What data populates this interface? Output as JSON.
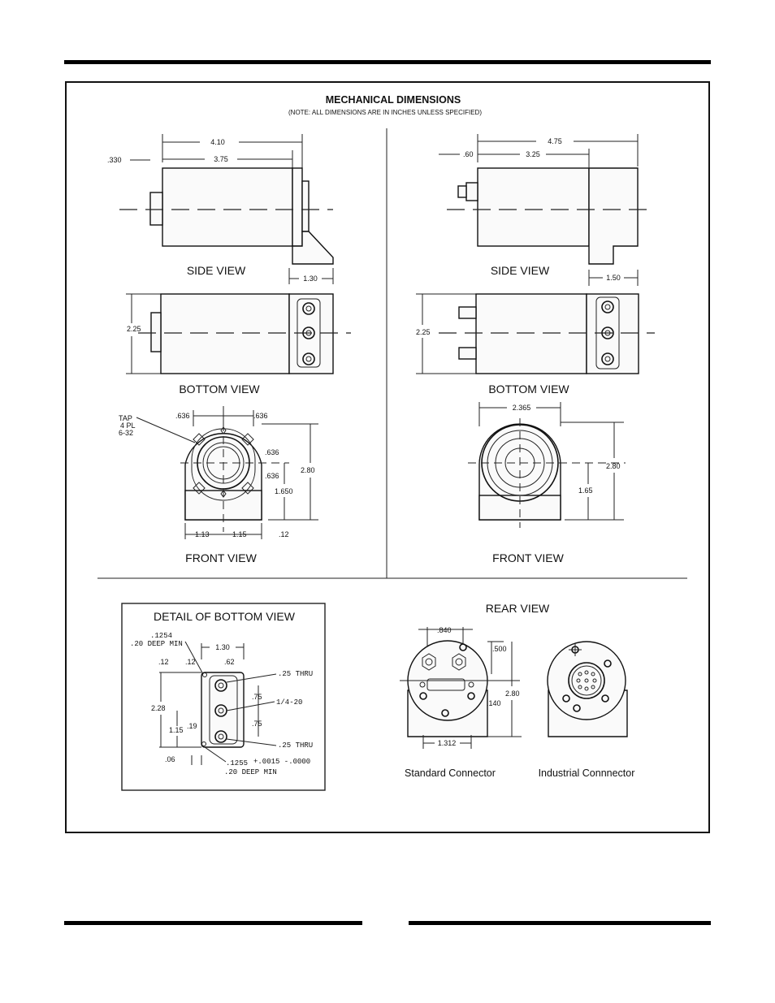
{
  "header": {
    "title": "MECHANICAL DIMENSIONS",
    "note": "(NOTE: ALL DIMENSIONS ARE IN INCHES UNLESS SPECIFIED)"
  },
  "left": {
    "side_view": {
      "label": "SIDE VIEW",
      "overall": "4.10",
      "body": "3.75",
      "shaft": ".330",
      "foot": "1.30"
    },
    "bottom_view": {
      "label": "BOTTOM VIEW",
      "height": "2.25"
    },
    "front_view": {
      "label": "FRONT VIEW",
      "tap_line1": "TAP",
      "tap_line2": "4 PL",
      "tap_line3": "6-32",
      "offset_left": ".636",
      "offset_right": ".636",
      "v1": ".636",
      "v2": ".636",
      "height": "2.80",
      "center": "1.650",
      "base_left": "1.13",
      "base_mid": "1.15",
      "edge": ".12"
    }
  },
  "right": {
    "side_view": {
      "label": "SIDE VIEW",
      "overall": "4.75",
      "body": "3.25",
      "shaft": ".60",
      "foot": "1.50"
    },
    "bottom_view": {
      "label": "BOTTOM VIEW",
      "height": "2.25"
    },
    "front_view": {
      "label": "FRONT VIEW",
      "width": "2.365",
      "height": "2.80",
      "center": "1.65"
    }
  },
  "detail": {
    "title": "DETAIL OF BOTTOM VIEW",
    "hole_top_line1": ".1254",
    "hole_top_line2": ".20 DEEP MIN",
    "width": "1.30",
    "edge1": ".12",
    "edge2": ".12",
    "offset": ".62",
    "thru_top": ".25 THRU",
    "thread": "1/4-20",
    "thru_bottom": ".25 THRU",
    "pitch1": ".75",
    "pitch2": ".75",
    "height": "2.28",
    "lower": "1.15",
    "small": ".19",
    "margin": ".06",
    "hole_bottom_line1": ".1255",
    "hole_bottom_tol": "+.0015 -.0000",
    "hole_bottom_line2": ".20 DEEP MIN"
  },
  "rear": {
    "title": "REAR VIEW",
    "spacing": ".840",
    "top": ".500",
    "height": "2.80",
    "offset": ".140",
    "width": "1.312",
    "standard_label": "Standard Connector",
    "industrial_label": "Industrial Connnector"
  }
}
